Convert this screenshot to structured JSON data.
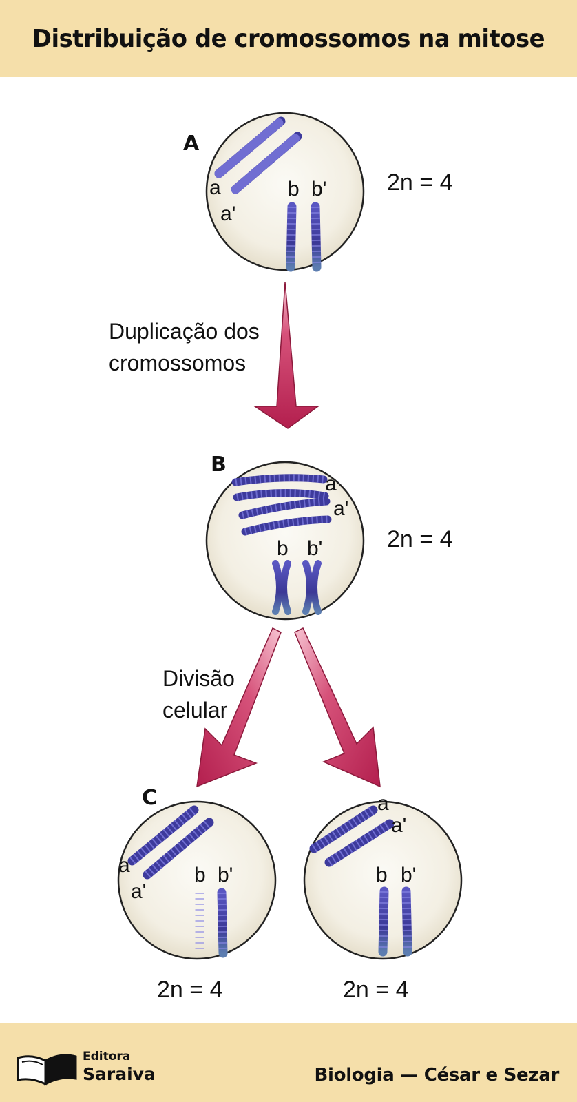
{
  "title": "Distribuição de cromossomos na mitose",
  "cells": {
    "a": {
      "letter": "A",
      "label_a": "a",
      "label_a2": "a'",
      "label_b": "b",
      "label_b2": "b'",
      "ploidy": "2n = 4"
    },
    "b": {
      "letter": "B",
      "label_a": "a",
      "label_a2": "a'",
      "label_b": "b",
      "label_b2": "b'",
      "ploidy": "2n = 4"
    },
    "c_left": {
      "letter": "C",
      "label_a": "a",
      "label_a2": "a'",
      "label_b": "b",
      "label_b2": "b'",
      "ploidy": "2n = 4"
    },
    "c_right": {
      "label_a": "a",
      "label_a2": "a'",
      "label_b": "b",
      "label_b2": "b'",
      "ploidy": "2n = 4"
    }
  },
  "steps": {
    "duplication": [
      "Duplicação dos",
      "cromossomos"
    ],
    "division": [
      "Divisão",
      "celular"
    ]
  },
  "footer": {
    "publisher_line1": "Editora",
    "publisher_line2": "Saraiva",
    "credit": "Biologia — César e Sezar"
  },
  "colors": {
    "banner": "#f5dfaa",
    "cell_fill": "#f4f1e8",
    "chromosome": "#3d3a9c",
    "arrow": "#c8325f"
  }
}
